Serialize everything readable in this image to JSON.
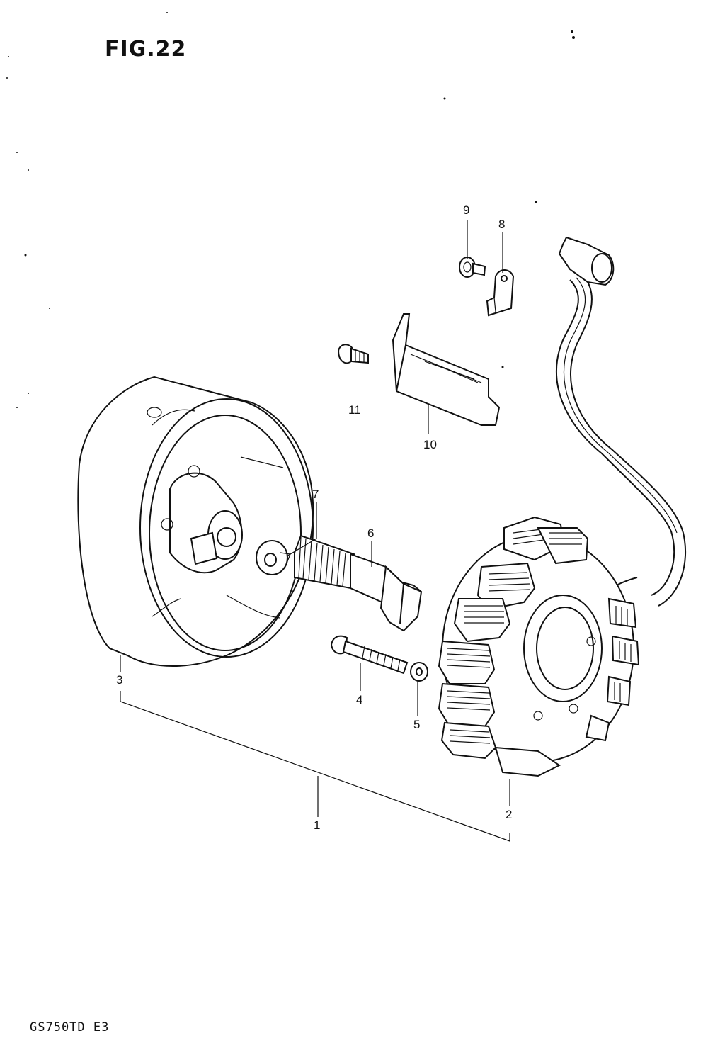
{
  "title": "FIG.22",
  "footer": "GS750TD  E3",
  "callouts": {
    "c1": "1",
    "c2": "2",
    "c3": "3",
    "c4": "4",
    "c5": "5",
    "c6": "6",
    "c7": "7",
    "c8": "8",
    "c9": "9",
    "c10": "10",
    "c11": "11"
  }
}
